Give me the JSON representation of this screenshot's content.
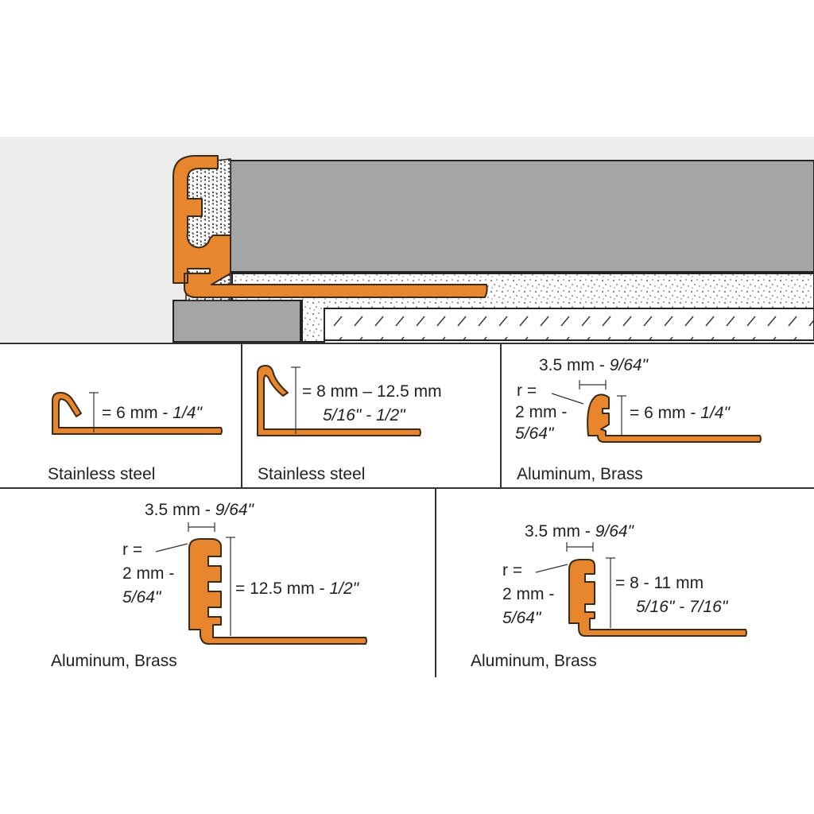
{
  "colors": {
    "profile": "#e8862e",
    "profile_outline": "#3a2a1a",
    "tile": "#a4a5a7",
    "background_panel": "#ececed",
    "line": "#333333"
  },
  "panels": [
    {
      "id": "p1",
      "material": "Stainless steel",
      "height_label": "= 6 mm - ",
      "height_label_italic": "1/4\""
    },
    {
      "id": "p2",
      "material": "Stainless steel",
      "height_label": "= 8 mm – 12.5 mm",
      "height_label_2": "5/16\" - 1/2\""
    },
    {
      "id": "p3",
      "material": "Aluminum, Brass",
      "width_label": "3.5 mm - ",
      "width_label_italic": "9/64\"",
      "radius_label_1": "r =",
      "radius_label_2": "2 mm -",
      "radius_label_3": "5/64\"",
      "height_label": "= 6 mm - ",
      "height_label_italic": "1/4\""
    },
    {
      "id": "p4",
      "material": "Aluminum, Brass",
      "width_label": "3.5 mm - ",
      "width_label_italic": "9/64\"",
      "radius_label_1": "r =",
      "radius_label_2": "2 mm -",
      "radius_label_3": "5/64\"",
      "height_label": "= 12.5 mm - ",
      "height_label_italic": "1/2\""
    },
    {
      "id": "p5",
      "material": "Aluminum, Brass",
      "width_label": "3.5 mm - ",
      "width_label_italic": "9/64\"",
      "radius_label_1": "r =",
      "radius_label_2": "2 mm -",
      "radius_label_3": "5/64\"",
      "height_label": "= 8 - 11 mm",
      "height_label_2": "5/16\" - 7/16\""
    }
  ]
}
